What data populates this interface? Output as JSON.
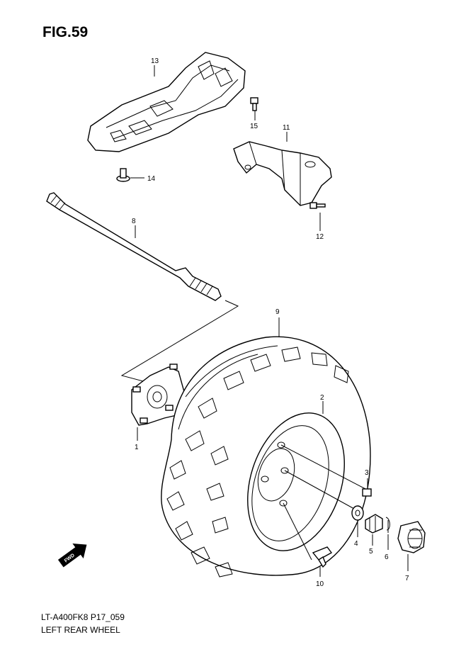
{
  "figure": {
    "title": "FIG.59",
    "code": "LT-A400FK8 P17_059",
    "caption": "LEFT REAR WHEEL"
  },
  "callouts": {
    "c1": "1",
    "c2": "2",
    "c3": "3",
    "c4": "4",
    "c5": "5",
    "c6": "6",
    "c7": "7",
    "c8": "8",
    "c9": "9",
    "c10": "10",
    "c11": "11",
    "c12": "12",
    "c13": "13",
    "c14": "14",
    "c15": "15"
  },
  "direction_arrow": {
    "label": "FWD"
  }
}
